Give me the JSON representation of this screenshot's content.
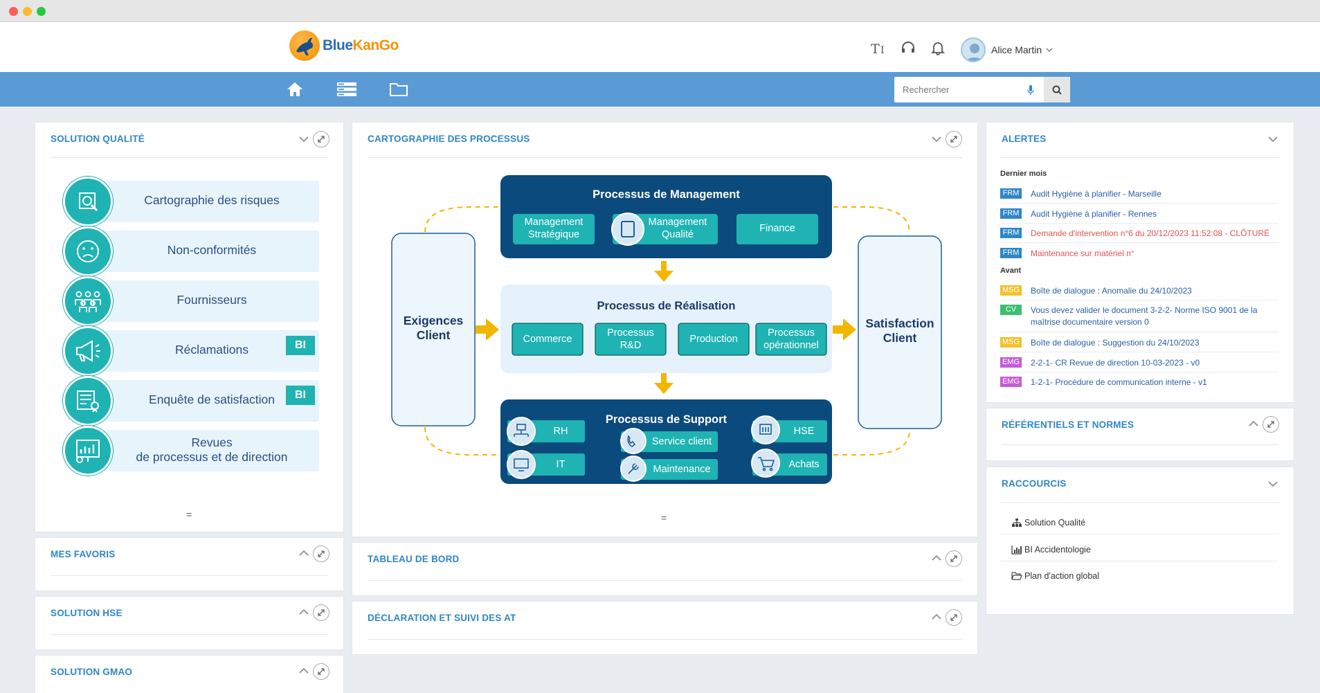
{
  "app": {
    "logo_blue": "Blue",
    "logo_orange": "KanGo",
    "user_name": "Alice Martin"
  },
  "colors": {
    "blue": "#2e86c8",
    "teal": "#1fb3b3",
    "navy": "#0b4a7c",
    "nav": "#5b9bd5",
    "arrow": "#f2b600"
  },
  "header_icons": [
    "text-size-icon",
    "headset-icon",
    "bell-icon"
  ],
  "nav": {
    "icons": [
      "home-icon",
      "list-icon",
      "folder-icon"
    ],
    "search_placeholder": "Rechercher"
  },
  "solution_qualite": {
    "title": "SOLUTION QUALITÉ",
    "items": [
      {
        "label": "Cartographie des risques",
        "icon": "risk-map-icon"
      },
      {
        "label": "Non-conformités",
        "icon": "sad-face-icon"
      },
      {
        "label": "Fournisseurs",
        "icon": "people-icon"
      },
      {
        "label": "Réclamations",
        "icon": "megaphone-icon",
        "badge": "BI"
      },
      {
        "label": "Enquête de satisfaction",
        "icon": "survey-icon",
        "badge": "BI"
      },
      {
        "label": "Revues\nde processus et de direction",
        "icon": "presentation-icon"
      }
    ],
    "footer": "="
  },
  "left_panels": {
    "favoris": "MES FAVORIS",
    "hse": "SOLUTION HSE",
    "gmao": "SOLUTION GMAO"
  },
  "cartographie": {
    "title": "CARTOGRAPHIE DES PROCESSUS",
    "management": {
      "title": "Processus de Management",
      "boxes": [
        "Management\nStratégique",
        "Management\nQualité",
        "Finance"
      ]
    },
    "realisation": {
      "title": "Processus de Réalisation",
      "boxes": [
        "Commerce",
        "Processus\nR&D",
        "Production",
        "Processus\nopérationnel"
      ]
    },
    "support": {
      "title": "Processus de Support",
      "boxes": [
        "RH",
        "IT",
        "Service client",
        "Maintenance",
        "HSE",
        "Achats"
      ]
    },
    "exigences": "Exigences\nClient",
    "satisfaction": "Satisfaction\nClient",
    "footer": "="
  },
  "center_panels": {
    "tableau": "TABLEAU DE BORD",
    "declaration": "DÉCLARATION ET SUIVI DES AT"
  },
  "alertes": {
    "title": "ALERTES",
    "group1": "Dernier mois",
    "group2": "Avant",
    "items1": [
      {
        "badge": "FRM",
        "color": "#2e86c8",
        "text": "Audit Hygiène à planifier - Marseille",
        "text_color": "#2a5ea6"
      },
      {
        "badge": "FRM",
        "color": "#2e86c8",
        "text": "Audit Hygiène à planifier - Rennes",
        "text_color": "#2a5ea6"
      },
      {
        "badge": "FRM",
        "color": "#2e86c8",
        "text": "Demande d'intervention n°6 du 20/12/2023 11:52:08 - CLÔTURÉ",
        "text_color": "#e05252"
      },
      {
        "badge": "FRM",
        "color": "#2e86c8",
        "text": "Maintenance sur matériel n°",
        "text_color": "#e05252"
      }
    ],
    "items2": [
      {
        "badge": "MSG",
        "color": "#f2c12e",
        "text": "Boîte de dialogue : Anomalie du 24/10/2023",
        "text_color": "#2a5ea6"
      },
      {
        "badge": "CV",
        "color": "#3cbf6e",
        "text": "Vous devez valider le document 3-2-2- Norme ISO 9001 de la maîtrise documentaire version 0",
        "text_color": "#2a5ea6"
      },
      {
        "badge": "MSG",
        "color": "#f2c12e",
        "text": "Boîte de dialogue : Suggestion du 24/10/2023",
        "text_color": "#2a5ea6"
      },
      {
        "badge": "EMG",
        "color": "#c25dd6",
        "text": "2-2-1- CR Revue de direction 10-03-2023 - v0",
        "text_color": "#2a5ea6"
      },
      {
        "badge": "EMG",
        "color": "#c25dd6",
        "text": "1-2-1- Procédure de communication interne - v1",
        "text_color": "#2a5ea6"
      }
    ]
  },
  "referentiels": {
    "title": "RÉFÉRENTIELS ET NORMES"
  },
  "raccourcis": {
    "title": "RACCOURCIS",
    "items": [
      {
        "label": "Solution Qualité",
        "icon": "org-chart-icon"
      },
      {
        "label": "BI Accidentologie",
        "icon": "bar-chart-icon"
      },
      {
        "label": "Plan d'action global",
        "icon": "folder-open-icon"
      }
    ]
  }
}
